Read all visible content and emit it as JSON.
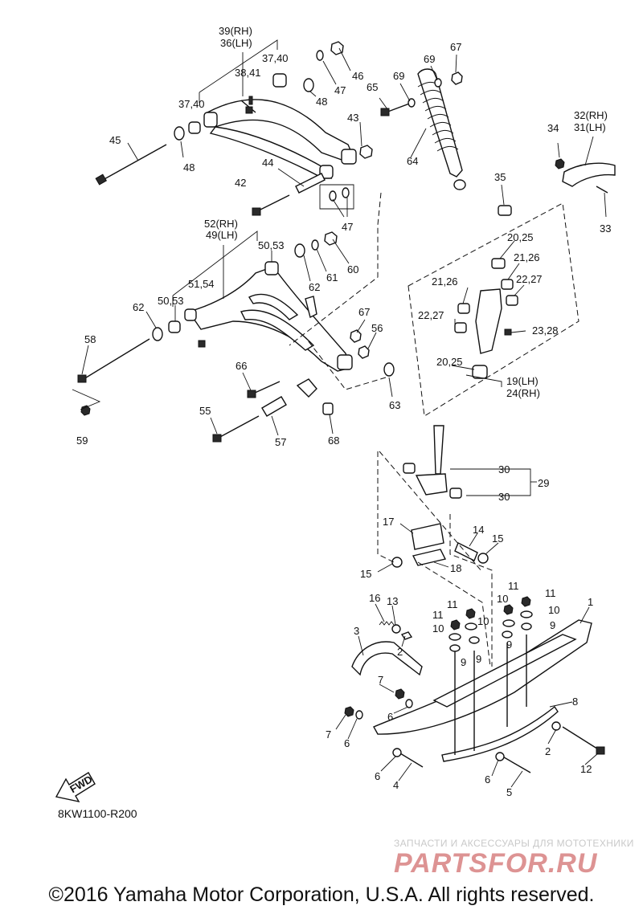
{
  "labels": {
    "p39_36": [
      "39(RH)",
      "36(LH)"
    ],
    "p37_40_top": "37,40",
    "p38_41": "38,41",
    "p37_40_left": "37,40",
    "p45": "45",
    "p48a": "48",
    "p48b": "48",
    "p46": "46",
    "p47a": "47",
    "p47b": "47",
    "p43": "43",
    "p44": "44",
    "p42": "42",
    "p65": "65",
    "p69a": "69",
    "p69b": "69",
    "p67a": "67",
    "p67b": "67",
    "p64": "64",
    "p32_31": [
      "32(RH)",
      "31(LH)"
    ],
    "p34": "34",
    "p33": "33",
    "p35": "35",
    "p20_25a": "20,25",
    "p21_26a": "21,26",
    "p21_26b": "21,26",
    "p22_27a": "22,27",
    "p22_27b": "22,27",
    "p23_28": "23,28",
    "p20_25b": "20,25",
    "p19_24": [
      "19(LH)",
      "24(RH)"
    ],
    "p52_49": [
      "52(RH)",
      "49(LH)"
    ],
    "p50_53a": "50,53",
    "p51_54": "51,54",
    "p50_53b": "50,53",
    "p62a": "62",
    "p62b": "62",
    "p61": "61",
    "p60": "60",
    "p56": "56",
    "p63": "63",
    "p58": "58",
    "p59": "59",
    "p66": "66",
    "p55": "55",
    "p57": "57",
    "p68": "68",
    "p30a": "30",
    "p30b": "30",
    "p29": "29",
    "p17": "17",
    "p14": "14",
    "p15a": "15",
    "p15b": "15",
    "p18": "18",
    "p16": "16",
    "p13": "13",
    "p11a": "11",
    "p11b": "11",
    "p11c": "11",
    "p11d": "11",
    "p10a": "10",
    "p10b": "10",
    "p10c": "10",
    "p10d": "10",
    "p9a": "9",
    "p9b": "9",
    "p9c": "9",
    "p9d": "9",
    "p1": "1",
    "p3": "3",
    "p2a": "2",
    "p2b": "2",
    "p8": "8",
    "p7a": "7",
    "p7b": "7",
    "p6a": "6",
    "p6b": "6",
    "p6c": "6",
    "p6d": "6",
    "p4": "4",
    "p5": "5",
    "p12": "12",
    "fwd": "FWD"
  },
  "diagram_code": "8KW1100-R200",
  "watermark": {
    "tagline": "ЗАПЧАСТИ И АКСЕССУАРЫ ДЛЯ МОТОТЕХНИКИ",
    "logo_text": "PARTSFOR.RU"
  },
  "copyright": "©2016 Yamaha Motor Corporation, U.S.A. All rights reserved.",
  "colors": {
    "line": "#111111",
    "watermark_logo": "#c23b3b",
    "watermark_text": "#c9c9c9"
  }
}
